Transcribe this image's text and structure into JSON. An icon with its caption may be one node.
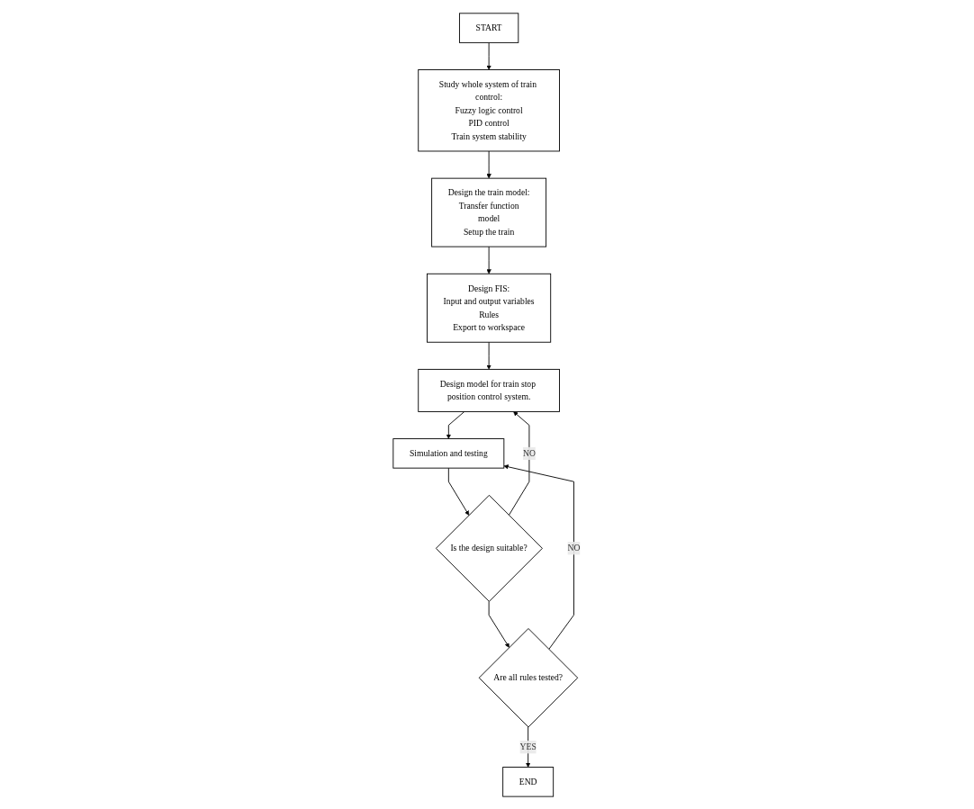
{
  "diagram": {
    "nodes": [
      {
        "text": [
          "START"
        ]
      },
      {
        "text": [
          "Study whole system of train control:",
          "Fuzzy logic control",
          "PID control",
          "Train system stability"
        ]
      },
      {
        "text": [
          "Design the train model:",
          "Transfer function",
          "model",
          "Setup the train"
        ]
      },
      {
        "text": [
          "Design FIS:",
          "Input and output variables",
          "Rules",
          "Export to workspace"
        ]
      },
      {
        "text": [
          "Design model for train stop position control system."
        ]
      },
      {
        "text": [
          "Simulation and testing"
        ]
      },
      {
        "text": [
          "Is the design suitable?"
        ]
      },
      {
        "text": [
          "Are all rules tested?"
        ]
      },
      {
        "text": [
          "END"
        ]
      }
    ],
    "edges": [
      {
        "from": 0,
        "to": 1,
        "arrow": "to"
      },
      {
        "from": 1,
        "to": 2,
        "arrow": "to"
      },
      {
        "from": 2,
        "to": 3,
        "arrow": "to"
      },
      {
        "from": 3,
        "to": 4,
        "arrow": "to"
      },
      {
        "from": 4,
        "to": 5,
        "arrow": "to"
      },
      {
        "from": 5,
        "to": 6,
        "arrow": "to"
      },
      {
        "from": 6,
        "to": 4,
        "arrow": "to",
        "label": "NO"
      },
      {
        "from": 6,
        "to": 7,
        "arrow": "to"
      },
      {
        "from": 7,
        "to": 5,
        "arrow": "to",
        "label": "NO"
      },
      {
        "from": 7,
        "to": 8,
        "arrow": "to",
        "label": "YES"
      }
    ]
  }
}
